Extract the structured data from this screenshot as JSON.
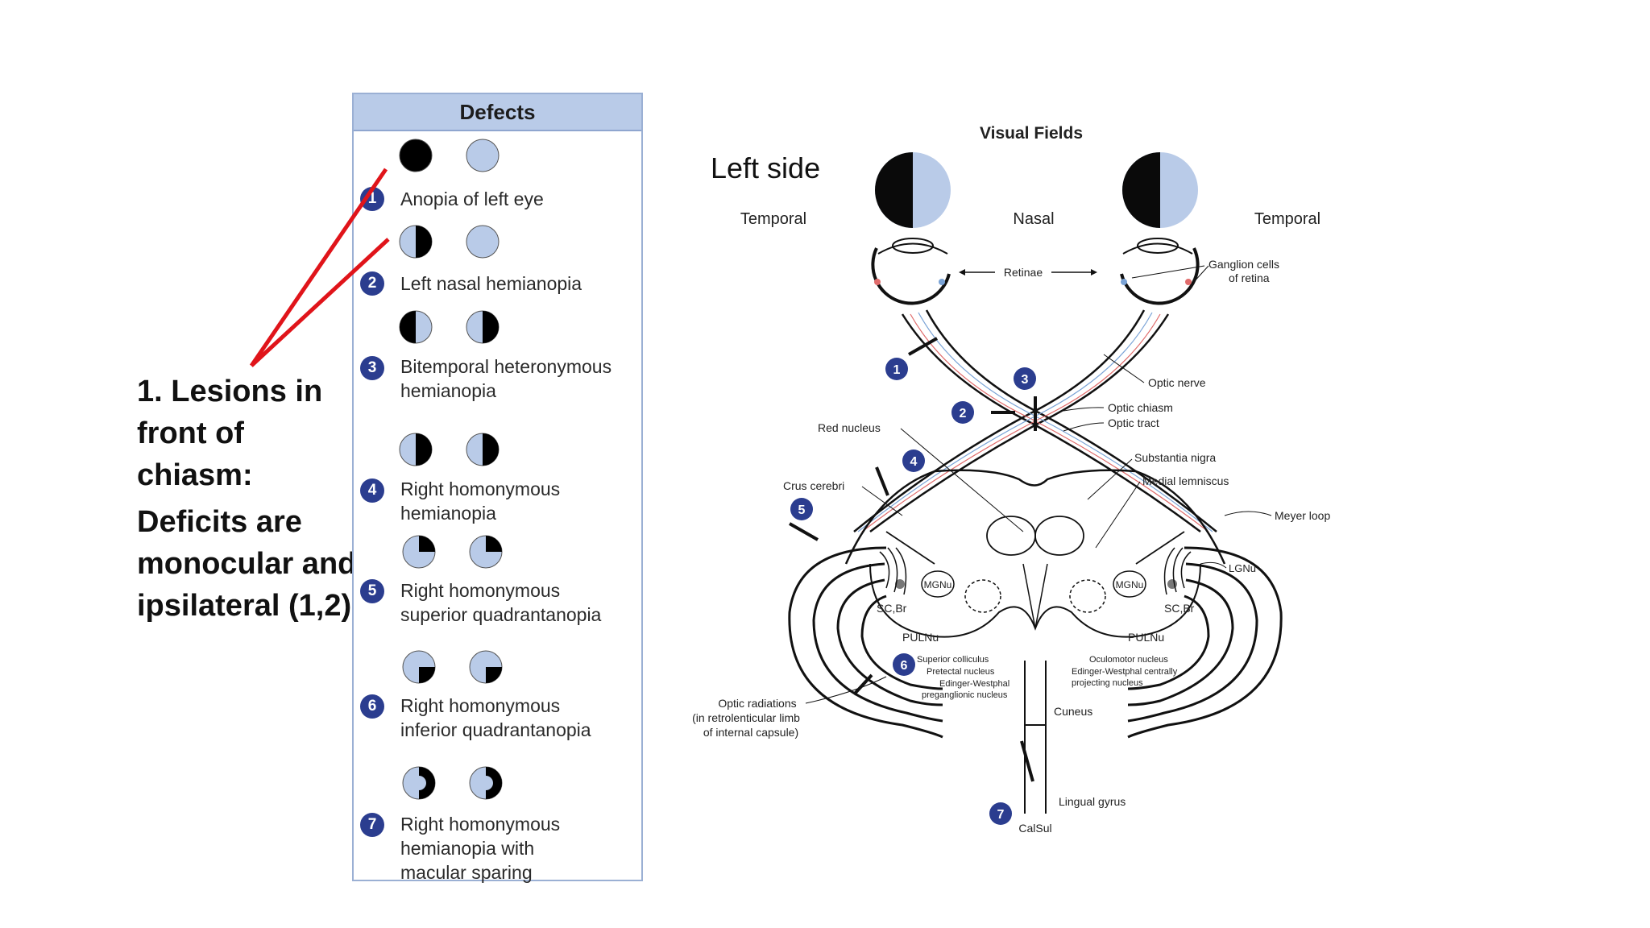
{
  "annotation": {
    "heading": "1. Lesions in front of chiasm:",
    "body": "Deficits are monocular and ipsilateral (1,2)",
    "side_label": "Left side"
  },
  "defects_panel": {
    "title": "Defects",
    "items": [
      {
        "num": "1",
        "label": "Anopia of left eye"
      },
      {
        "num": "2",
        "label": "Left nasal hemianopia"
      },
      {
        "num": "3",
        "label": "Bitemporal heteronymous\nhemianopia"
      },
      {
        "num": "4",
        "label": "Right homonymous\nhemianopia"
      },
      {
        "num": "5",
        "label": "Right homonymous\nsuperior quadrantanopia"
      },
      {
        "num": "6",
        "label": "Right homonymous\ninferior quadrantanopia"
      },
      {
        "num": "7",
        "label": "Right homonymous\nhemianopia with\nmacular sparing"
      }
    ]
  },
  "diagram": {
    "title": "Visual Fields",
    "temporal_left": "Temporal",
    "nasal": "Nasal",
    "temporal_right": "Temporal",
    "retinae": "Retinae",
    "ganglion": "Ganglion cells\nof retina",
    "optic_nerve": "Optic nerve",
    "optic_chiasm": "Optic chiasm",
    "optic_tract": "Optic tract",
    "red_nucleus": "Red nucleus",
    "substantia_nigra": "Substantia nigra",
    "medial_lemniscus": "Medial lemniscus",
    "crus_cerebri": "Crus cerebri",
    "meyer_loop": "Meyer loop",
    "lgnu": "LGNu",
    "mgnu_left": "MGNu",
    "mgnu_right": "MGNu",
    "scbr_left": "SC,Br",
    "scbr_right": "SC,Br",
    "pulnu_left": "PULNu",
    "pulnu_right": "PULNu",
    "superior_colliculus": "Superior colliculus",
    "pretectal_nucleus": "Pretectal nucleus",
    "edinger_pre": "Edinger-Westphal\npreganglionic nucleus",
    "oculomotor": "Oculomotor nucleus",
    "edinger_central": "Edinger-Westphal centrally\nprojecting nucleus",
    "optic_radiations": "Optic radiations\n(in retrolenticular limb\nof internal capsule)",
    "cuneus": "Cuneus",
    "lingual_gyrus": "Lingual gyrus",
    "calsul": "CalSul",
    "lesion_numbers": [
      "1",
      "2",
      "3",
      "4",
      "5",
      "6",
      "7"
    ]
  },
  "colors": {
    "badge": "#2b3d8f",
    "field_blue": "#b9cbe8",
    "annotation_red": "#e0141a",
    "red_fiber": "#e06b6b",
    "blue_fiber": "#7aa3d6"
  }
}
